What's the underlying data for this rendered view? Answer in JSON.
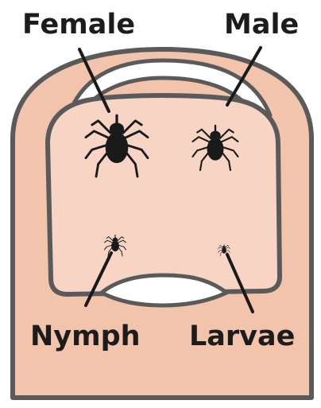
{
  "labels": {
    "female": "Female",
    "male": "Male",
    "nymph": "Nymph",
    "larvae": "Larvae"
  },
  "colors": {
    "skin": "#f1c4ab",
    "nail": "#f7d4c3",
    "outline": "#5a5a5a",
    "tick": "#1a1a1a",
    "text": "#1c1c1c"
  },
  "icons": {
    "female": "tick-icon",
    "male": "tick-icon",
    "nymph": "tick-icon",
    "larvae": "tick-icon"
  }
}
